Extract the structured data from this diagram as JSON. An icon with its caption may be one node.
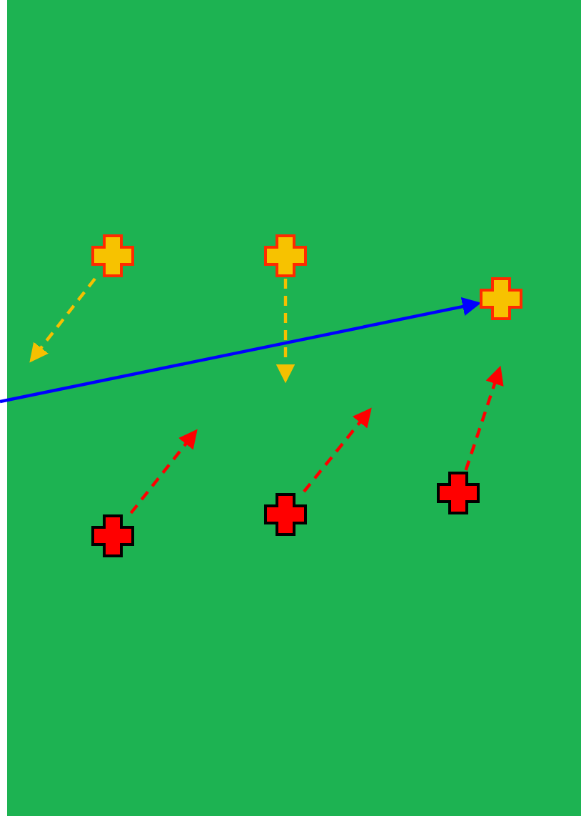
{
  "diagram": {
    "nodes": [
      {
        "text": [],
        "shape": "cross"
      },
      {
        "text": [],
        "shape": "cross"
      },
      {
        "text": [],
        "shape": "cross"
      },
      {
        "text": [],
        "shape": "cross"
      },
      {
        "text": [],
        "shape": "cross"
      },
      {
        "text": [],
        "shape": "cross"
      }
    ],
    "edges": [
      {
        "from": 0,
        "to": null,
        "arrow": "to",
        "style": "dashed",
        "color": "#f5c000"
      },
      {
        "from": 1,
        "to": null,
        "arrow": "to",
        "style": "dashed",
        "color": "#f5c000"
      },
      {
        "from": 3,
        "to": null,
        "arrow": "to",
        "style": "dashed"
      },
      {
        "from": 4,
        "to": null,
        "arrow": "to",
        "style": "dashed"
      },
      {
        "from": 5,
        "to": null,
        "arrow": "to",
        "style": "dashed"
      },
      {
        "from": null,
        "to": 2,
        "arrow": "to",
        "color": "#0000ff"
      }
    ]
  }
}
